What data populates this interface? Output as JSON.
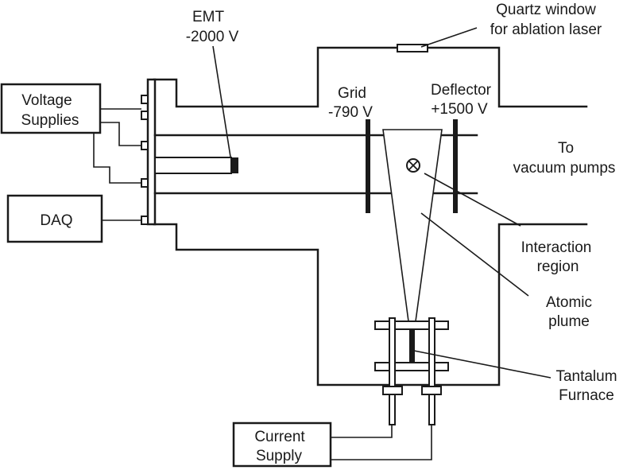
{
  "labels": {
    "emt": {
      "line1": "EMT",
      "line2": "-2000 V"
    },
    "quartz": {
      "line1": "Quartz window",
      "line2": "for ablation laser"
    },
    "grid": {
      "line1": "Grid",
      "line2": "-790 V"
    },
    "deflector": {
      "line1": "Deflector",
      "line2": "+1500 V"
    },
    "pumps": {
      "line1": "To",
      "line2": "vacuum pumps"
    },
    "voltage": {
      "line1": "Voltage",
      "line2": "Supplies"
    },
    "daq": "DAQ",
    "interaction": {
      "line1": "Interaction",
      "line2": "region"
    },
    "plume": {
      "line1": "Atomic",
      "line2": "plume"
    },
    "furnace": {
      "line1": "Tantalum",
      "line2": "Furnace"
    },
    "current": {
      "line1": "Current",
      "line2": "Supply"
    }
  },
  "symbols": {
    "interaction_marker": "cross-circle"
  }
}
